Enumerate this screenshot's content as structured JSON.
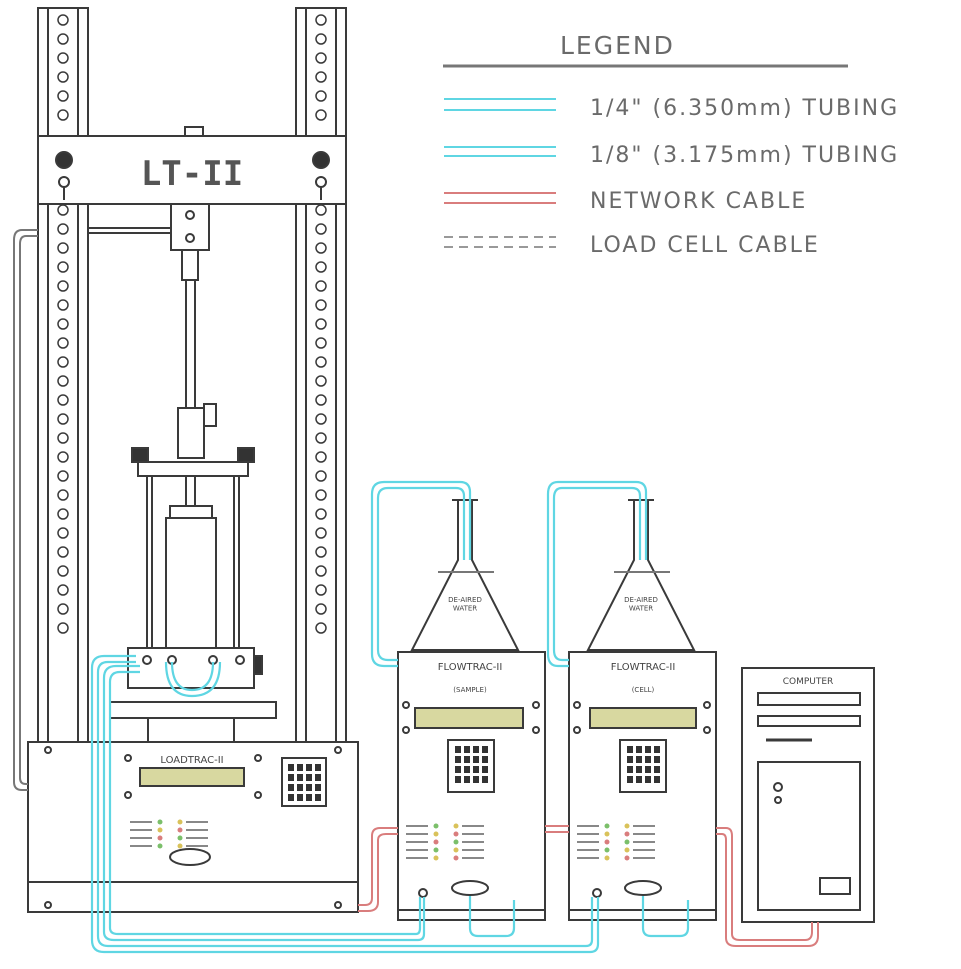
{
  "legend": {
    "title": "LEGEND",
    "items": [
      {
        "label": "1/4\" (6.350mm) TUBING",
        "style": "double-cyan"
      },
      {
        "label": "1/8\" (3.175mm) TUBING",
        "style": "double-cyan"
      },
      {
        "label": "NETWORK CABLE",
        "style": "double-red"
      },
      {
        "label": "LOAD CELL CABLE",
        "style": "double-dashed-gray"
      }
    ]
  },
  "frame": {
    "crosshead_label": "LT-II"
  },
  "loadtrac": {
    "label": "LOADTRAC-II"
  },
  "flowtrac_left": {
    "label": "FLOWTRAC-II",
    "flask_label": "DE-AIRED\nWATER",
    "sub_label": "(SAMPLE)"
  },
  "flowtrac_right": {
    "label": "FLOWTRAC-II",
    "flask_label": "DE-AIRED\nWATER",
    "sub_label": "(CELL)"
  },
  "computer": {
    "label": "COMPUTER"
  },
  "colors": {
    "tubing": "#5fd6e3",
    "network": "#d97d7d",
    "loadcell": "#9a9a9a",
    "line": "#3a3a3a",
    "panel_display": "#d8d8a0"
  }
}
